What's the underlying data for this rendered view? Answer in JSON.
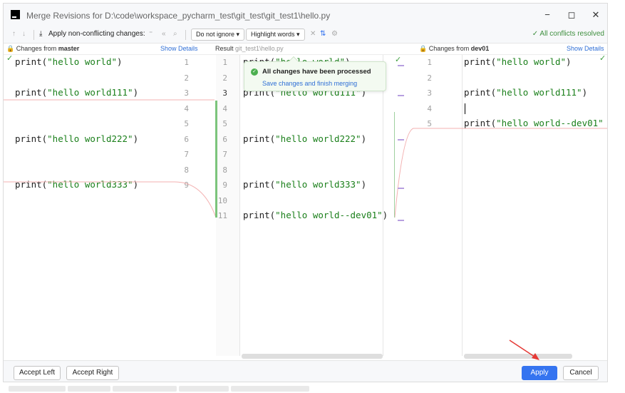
{
  "window": {
    "title": "Merge Revisions for D:\\code\\workspace_pycharm_test\\git_test\\git_test1\\hello.py",
    "controls": {
      "minimize": "−",
      "maximize": "◻",
      "close": "✕"
    }
  },
  "toolbar": {
    "up_arrow": "↑",
    "down_arrow": "↓",
    "apply_label": "Apply non-conflicting changes:",
    "arrows_right": "»",
    "arrows_left": "«",
    "ignore_select": "Do not ignore ▾",
    "highlight_select": "Highlight words ▾",
    "status": "✓ All conflicts resolved"
  },
  "headers": {
    "left_prefix": "Changes from",
    "left_branch": "master",
    "left_show_details": "Show Details",
    "center_prefix": "Result",
    "center_path": "git_test1\\hello.py",
    "right_prefix": "Changes from",
    "right_branch": "dev01",
    "right_show_details": "Show Details"
  },
  "left_pane": {
    "lines": [
      {
        "num": "1",
        "fn": "print(",
        "str": "\"hello world\"",
        "end": ")"
      },
      {
        "num": "2",
        "fn": "",
        "str": "",
        "end": ""
      },
      {
        "num": "3",
        "fn": "print(",
        "str": "\"hello world111\"",
        "end": ")"
      },
      {
        "num": "4",
        "fn": "",
        "str": "",
        "end": ""
      },
      {
        "num": "5",
        "fn": "",
        "str": "",
        "end": ""
      },
      {
        "num": "6",
        "fn": "print(",
        "str": "\"hello world222\"",
        "end": ")"
      },
      {
        "num": "7",
        "fn": "",
        "str": "",
        "end": ""
      },
      {
        "num": "8",
        "fn": "",
        "str": "",
        "end": ""
      },
      {
        "num": "9",
        "fn": "print(",
        "str": "\"hello world333\"",
        "end": ")"
      }
    ]
  },
  "center_pane": {
    "lines": [
      {
        "num": "1",
        "fn": "print(",
        "str": "\"hello world\"",
        "end": ")"
      },
      {
        "num": "2",
        "fn": "",
        "str": "",
        "end": ""
      },
      {
        "num": "3",
        "fn": "print(",
        "str": "\"hello world111\"",
        "end": ")"
      },
      {
        "num": "4",
        "fn": "",
        "str": "",
        "end": ""
      },
      {
        "num": "5",
        "fn": "",
        "str": "",
        "end": ""
      },
      {
        "num": "6",
        "fn": "print(",
        "str": "\"hello world222\"",
        "end": ")"
      },
      {
        "num": "7",
        "fn": "",
        "str": "",
        "end": ""
      },
      {
        "num": "8",
        "fn": "",
        "str": "",
        "end": ""
      },
      {
        "num": "9",
        "fn": "print(",
        "str": "\"hello world333\"",
        "end": ")"
      },
      {
        "num": "10",
        "fn": "",
        "str": "",
        "end": ""
      },
      {
        "num": "11",
        "fn": "print(",
        "str": "\"hello world--dev01\"",
        "end": ")"
      }
    ]
  },
  "right_pane": {
    "lines": [
      {
        "num": "1",
        "fn": "print(",
        "str": "\"hello world\"",
        "end": ")"
      },
      {
        "num": "2",
        "fn": "",
        "str": "",
        "end": ""
      },
      {
        "num": "3",
        "fn": "print(",
        "str": "\"hello world111\"",
        "end": ")"
      },
      {
        "num": "4",
        "fn": "",
        "str": "",
        "end": ""
      },
      {
        "num": "5",
        "fn": "print(",
        "str": "\"hello world--dev01\"",
        "end": ""
      }
    ]
  },
  "toast": {
    "title": "All changes have been processed",
    "link": "Save changes and finish merging"
  },
  "footer": {
    "accept_left": "Accept Left",
    "accept_right": "Accept Right",
    "apply": "Apply",
    "cancel": "Cancel"
  },
  "colors": {
    "accent": "#3574f0",
    "success": "#4caf50",
    "string": "#1a7f1a",
    "arrow": "#e53935"
  }
}
